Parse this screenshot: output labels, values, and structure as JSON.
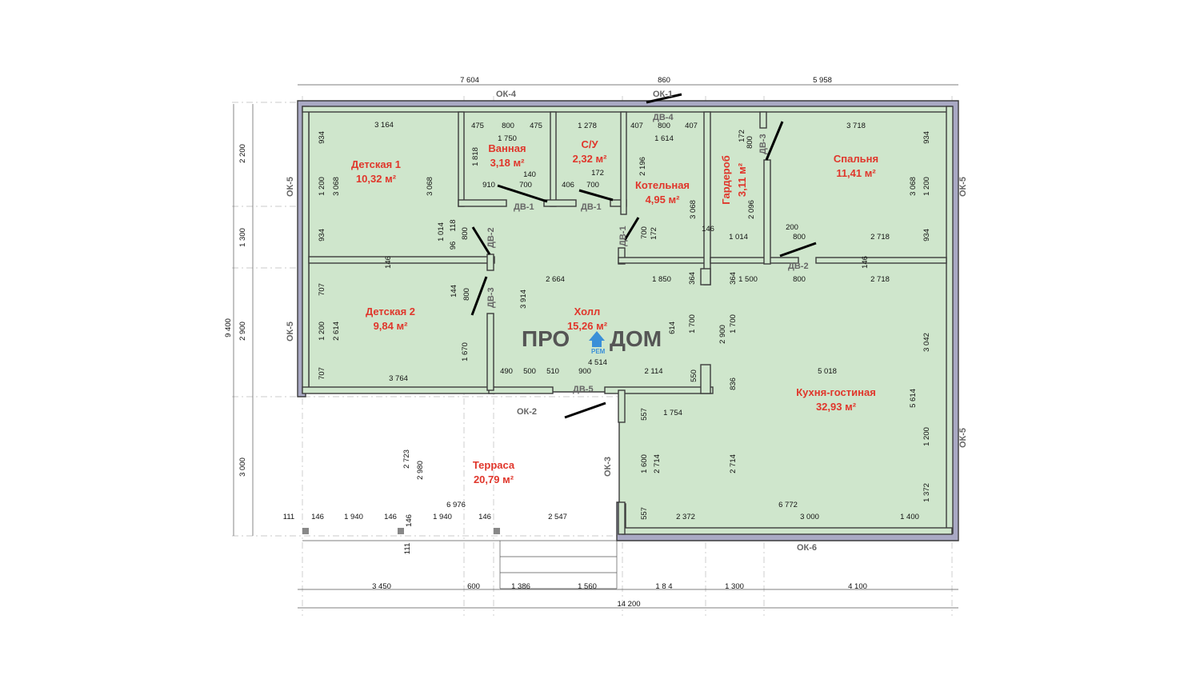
{
  "rooms": [
    {
      "name": "Детская 1",
      "area": "10,32 м²"
    },
    {
      "name": "Ванная",
      "area": "3,18 м²"
    },
    {
      "name": "С/У",
      "area": "2,32 м²"
    },
    {
      "name": "Котельная",
      "area": "4,95 м²"
    },
    {
      "name": "Гардероб",
      "area": "3,11 м²"
    },
    {
      "name": "Спальня",
      "area": "11,41 м²"
    },
    {
      "name": "Детская 2",
      "area": "9,84 м²"
    },
    {
      "name": "Холл",
      "area": "15,26 м²"
    },
    {
      "name": "Кухня-гостиная",
      "area": "32,93 м²"
    },
    {
      "name": "Терраса",
      "area": "20,79 м²"
    }
  ],
  "tags": {
    "ok4": "ОК-4",
    "ok1": "ОК-1",
    "ok5a": "ОК-5",
    "ok5b": "ОК-5",
    "ok5c": "ОК-5",
    "ok5d": "ОК-5",
    "ok2": "ОК-2",
    "ok3": "ОК-3",
    "ok6": "ОК-6",
    "dv4": "ДВ-4",
    "dv3a": "ДВ-3",
    "dv1a": "ДВ-1",
    "dv1b": "ДВ-1",
    "dv1c": "ДВ-1",
    "dv2a": "ДВ-2",
    "dv3b": "ДВ-3",
    "dv2b": "ДВ-2",
    "dv5": "ДВ-5"
  },
  "logo": {
    "left": "ПРО",
    "right": "ДОМ",
    "sub": "РЕМ"
  },
  "dims_top": [
    "7 604",
    "860",
    "5 958"
  ],
  "dims_bottom_row1": [
    "3 450",
    "600",
    "1 386",
    "1 560",
    "1 8 4",
    "1 300",
    "4 100"
  ],
  "dims_bottom_total": "14 200",
  "dims_left": [
    "2 200",
    "1 300",
    "9 400",
    "2 900",
    "3 000"
  ],
  "inner_dims": {
    "d3164": "3 164",
    "d475a": "475",
    "d800a": "800",
    "d475b": "475",
    "d1278": "1 278",
    "d407a": "407",
    "d800b": "800",
    "d407b": "407",
    "d3718": "3 718",
    "d1750": "1 750",
    "d1614": "1 614",
    "d172a": "172",
    "d800c": "800",
    "d934a": "934",
    "d934b": "934",
    "d1200a": "1 200",
    "d3068a": "3 068",
    "d3068b": "3 068",
    "d1818": "1 818",
    "d140": "140",
    "d172b": "172",
    "d910": "910",
    "d700a": "700",
    "d406": "406",
    "d700b": "700",
    "d2196": "2 196",
    "d3068c": "3 068",
    "d2096": "2 096",
    "d3068d": "3 068",
    "d1200b": "1 200",
    "d934c": "934",
    "d934d": "934",
    "d1014a": "1 014",
    "d118": "118",
    "d800d": "800",
    "d96": "96",
    "d700c": "700",
    "d172c": "172",
    "d146a": "146",
    "d1014b": "1 014",
    "d200": "200",
    "d800e": "800",
    "d2718a": "2 718",
    "d146b": "146",
    "d146c": "146",
    "d2664": "2 664",
    "d1850": "1 850",
    "d364a": "364",
    "d364b": "364",
    "d1500": "1 500",
    "d800f": "800",
    "d2718b": "2 718",
    "d707a": "707",
    "d144": "144",
    "d800g": "800",
    "d3914": "3 914",
    "d614": "614",
    "d1700a": "1 700",
    "d2900": "2 900",
    "d1700b": "1 700",
    "d1200c": "1 200",
    "d2614": "2 614",
    "d1670": "1 670",
    "d3042": "3 042",
    "d707b": "707",
    "d3764": "3 764",
    "d4514": "4 514",
    "d490": "490",
    "d500": "500",
    "d510": "510",
    "d900": "900",
    "d2114": "2 114",
    "d550": "550",
    "d836": "836",
    "d5018": "5 018",
    "d5614": "5 614",
    "d557a": "557",
    "d1754": "1 754",
    "d2723": "2 723",
    "d2980": "2 980",
    "d1600": "1 600",
    "d2714a": "2 714",
    "d2714b": "2 714",
    "d1200d": "1 200",
    "d1372": "1 372",
    "d6976": "6 976",
    "d6772": "6 772",
    "d557b": "557",
    "d2372": "2 372",
    "d3000": "3 000",
    "d1400": "1 400",
    "d111a": "111",
    "d146d": "146",
    "d1940a": "1 940",
    "d146e": "146",
    "d146f": "146",
    "d1940b": "1 940",
    "d146g": "146",
    "d2547": "2 547",
    "d111b": "111"
  },
  "colors": {
    "wall": "#cfe6cc",
    "outer": "#a9a9c4",
    "room": "#e0362b",
    "logo_accent": "#3a8fd8"
  }
}
